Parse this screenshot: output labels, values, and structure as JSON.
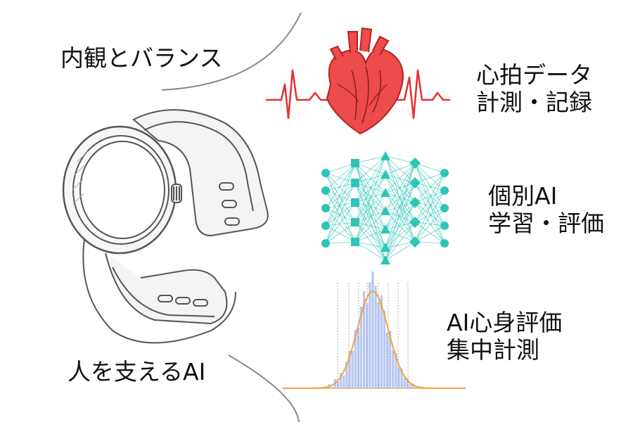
{
  "left": {
    "top_caption": "内観とバランス",
    "bottom_caption": "人を支えるAI"
  },
  "features": [
    {
      "line1": "心拍データ",
      "line2": "計測・記録",
      "icon": "heart-ecg-icon"
    },
    {
      "line1": "個別AI",
      "line2": "学習・評価",
      "icon": "neural-network-icon"
    },
    {
      "line1": "AI心身評価",
      "line2": "集中計測",
      "icon": "histogram-icon"
    }
  ],
  "colors": {
    "heart": "#ee4b4b",
    "ecg": "#e53030",
    "network": "#2ec4b6",
    "histogram_bars": "#b9c8f2",
    "histogram_curve": "#f2a23a",
    "watch_line": "#555555",
    "arc": "#888888"
  }
}
